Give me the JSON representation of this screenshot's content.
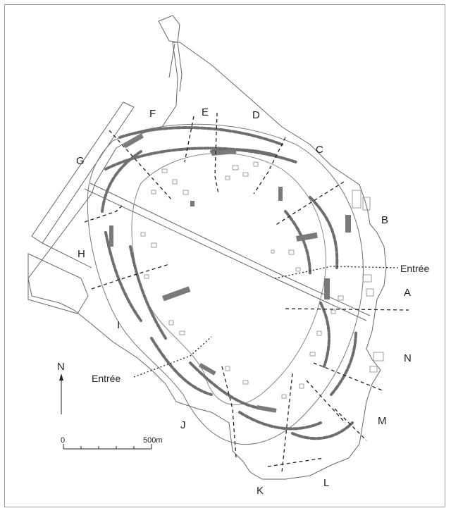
{
  "sector_labels": [
    {
      "id": "A",
      "text": "A"
    },
    {
      "id": "B",
      "text": "B"
    },
    {
      "id": "C",
      "text": "C"
    },
    {
      "id": "D",
      "text": "D"
    },
    {
      "id": "E",
      "text": "E"
    },
    {
      "id": "F",
      "text": "F"
    },
    {
      "id": "G",
      "text": "G"
    },
    {
      "id": "H",
      "text": "H"
    },
    {
      "id": "I",
      "text": "I"
    },
    {
      "id": "J",
      "text": "J"
    },
    {
      "id": "K",
      "text": "K"
    },
    {
      "id": "L",
      "text": "L"
    },
    {
      "id": "M",
      "text": "M"
    },
    {
      "id": "N",
      "text": "N"
    }
  ],
  "entrances": {
    "east": "Entrée",
    "southwest": "Entrée"
  },
  "north_arrow": {
    "label": "N"
  },
  "scale_bar": {
    "start": "0",
    "end": "500m"
  },
  "colors": {
    "line": "#555555",
    "building": "#6e6e6e",
    "dashed": "#222222"
  }
}
